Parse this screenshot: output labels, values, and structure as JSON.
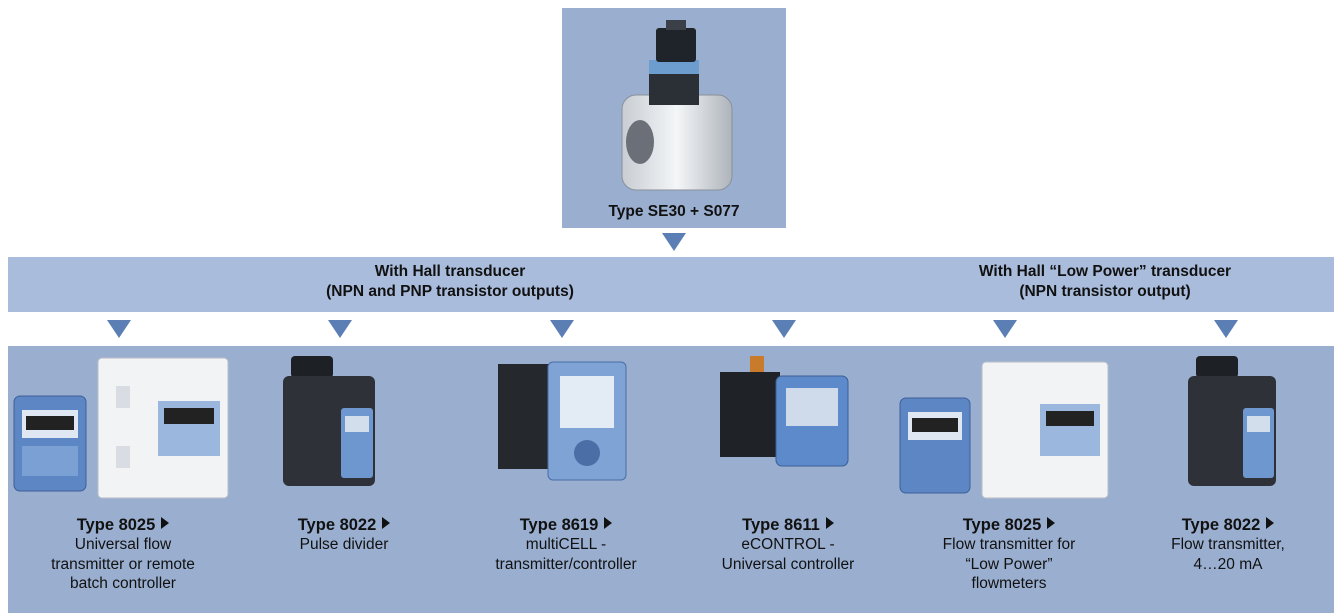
{
  "sensor": {
    "title": "Type SE30 + S077"
  },
  "groups": {
    "hall": {
      "line1": "With Hall transducer",
      "line2": "(NPN and PNP transistor outputs)"
    },
    "low_power": {
      "line1": "With Hall “Low Power” transducer",
      "line2": "(NPN transistor output)"
    }
  },
  "products": [
    {
      "title": "Type 8025",
      "desc1": "Universal flow",
      "desc2": "transmitter or remote",
      "desc3": "batch controller"
    },
    {
      "title": "Type 8022",
      "desc1": "Pulse divider",
      "desc2": "",
      "desc3": ""
    },
    {
      "title": "Type 8619",
      "desc1": "multiCELL -",
      "desc2": "transmitter/controller",
      "desc3": ""
    },
    {
      "title": "Type 8611",
      "desc1": "eCONTROL -",
      "desc2": "Universal controller",
      "desc3": ""
    },
    {
      "title": "Type 8025",
      "desc1": "Flow transmitter for",
      "desc2": "“Low Power”",
      "desc3": "flowmeters"
    },
    {
      "title": "Type 8022",
      "desc1": "Flow transmitter,",
      "desc2": "4…20 mA",
      "desc3": ""
    }
  ],
  "colors": {
    "panel": "#9aafd0",
    "band": "#a9bcdc",
    "arrow": "#5b7fb4"
  }
}
